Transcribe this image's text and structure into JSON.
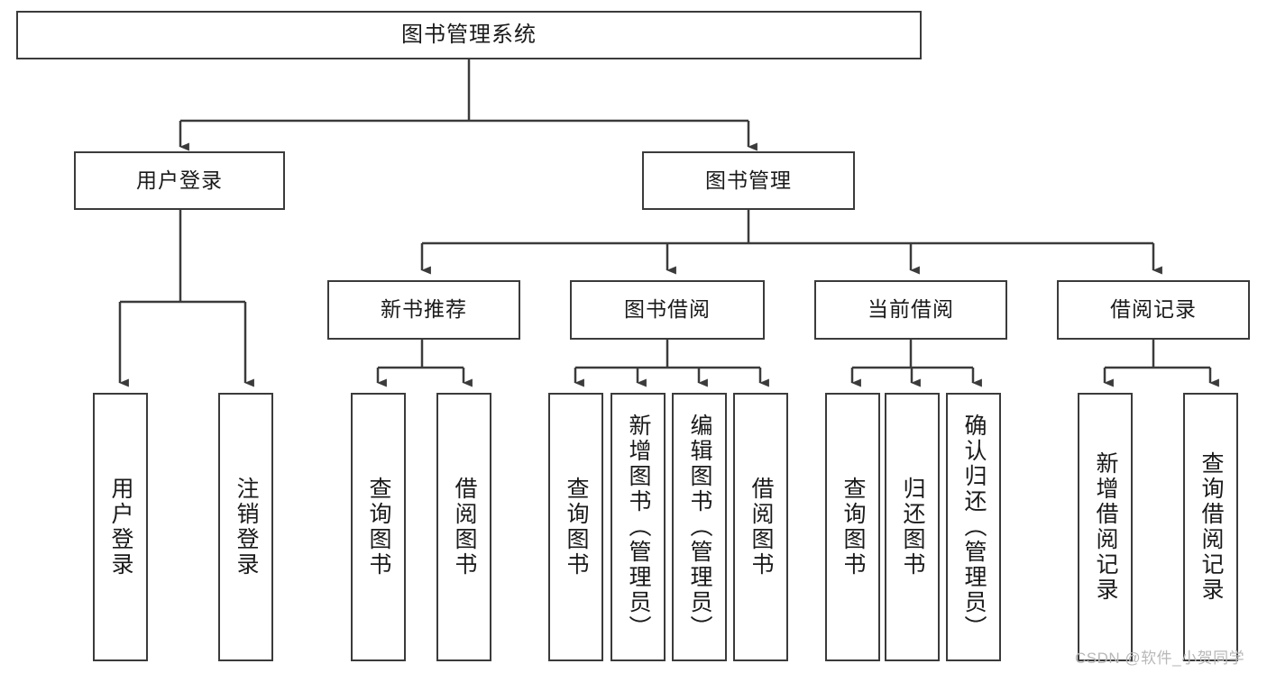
{
  "diagram": {
    "type": "tree",
    "title": "图书管理系统",
    "root": {
      "label": "图书管理系统"
    },
    "level2": [
      {
        "label": "用户登录"
      },
      {
        "label": "图书管理"
      }
    ],
    "level3": [
      {
        "label": "新书推荐"
      },
      {
        "label": "图书借阅"
      },
      {
        "label": "当前借阅"
      },
      {
        "label": "借阅记录"
      }
    ],
    "leaves": {
      "user_login": [
        {
          "label": "用户登录"
        },
        {
          "label": "注销登录"
        }
      ],
      "new_book_recommend": [
        {
          "label": "查询图书"
        },
        {
          "label": "借阅图书"
        }
      ],
      "book_borrow": [
        {
          "label": "查询图书"
        },
        {
          "label": "新增图书（管理员）"
        },
        {
          "label": "编辑图书（管理员）"
        },
        {
          "label": "借阅图书"
        }
      ],
      "current_borrow": [
        {
          "label": "查询图书"
        },
        {
          "label": "归还图书"
        },
        {
          "label": "确认归还（管理员）"
        }
      ],
      "borrow_record": [
        {
          "label": "新增借阅记录"
        },
        {
          "label": "查询借阅记录"
        }
      ]
    }
  },
  "watermark": {
    "text": "CSDN @软件_小贺同学"
  },
  "colors": {
    "stroke": "#3b3b3b",
    "background": "#ffffff",
    "text": "#1a1a1a",
    "watermark": "#b8b8b8"
  }
}
